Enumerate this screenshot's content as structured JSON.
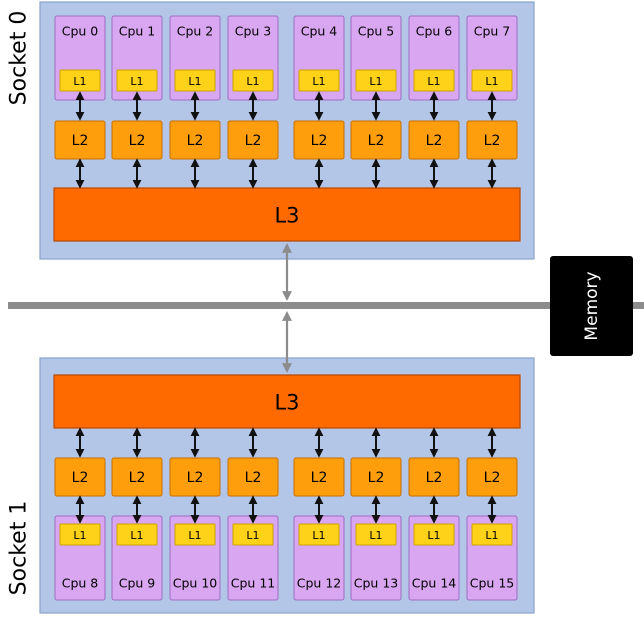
{
  "sockets": [
    {
      "label": "Socket 0",
      "cpus": [
        "Cpu 0",
        "Cpu 1",
        "Cpu 2",
        "Cpu 3",
        "Cpu 4",
        "Cpu 5",
        "Cpu 6",
        "Cpu 7"
      ],
      "l1_label": "L1",
      "l2_label": "L2",
      "l3_label": "L3"
    },
    {
      "label": "Socket 1",
      "cpus": [
        "Cpu 8",
        "Cpu 9",
        "Cpu 10",
        "Cpu 11",
        "Cpu 12",
        "Cpu 13",
        "Cpu 14",
        "Cpu 15"
      ],
      "l1_label": "L1",
      "l2_label": "L2",
      "l3_label": "L3"
    }
  ],
  "memory": {
    "label": "Memory"
  },
  "colors": {
    "socket_fill": "#b4c6e7",
    "socket_stroke": "#8aa2cc",
    "cpu_fill": "#d9a6f2",
    "cpu_stroke": "#9b6fc0",
    "l1_fill": "#ffd21a",
    "l1_stroke": "#c9a200",
    "l2_fill": "#ff9e0d",
    "l2_stroke": "#c76e00",
    "l3_fill": "#ff6a00",
    "l3_stroke": "#b84800",
    "bus": "#8c8c8c",
    "memory_fill": "#000000"
  }
}
